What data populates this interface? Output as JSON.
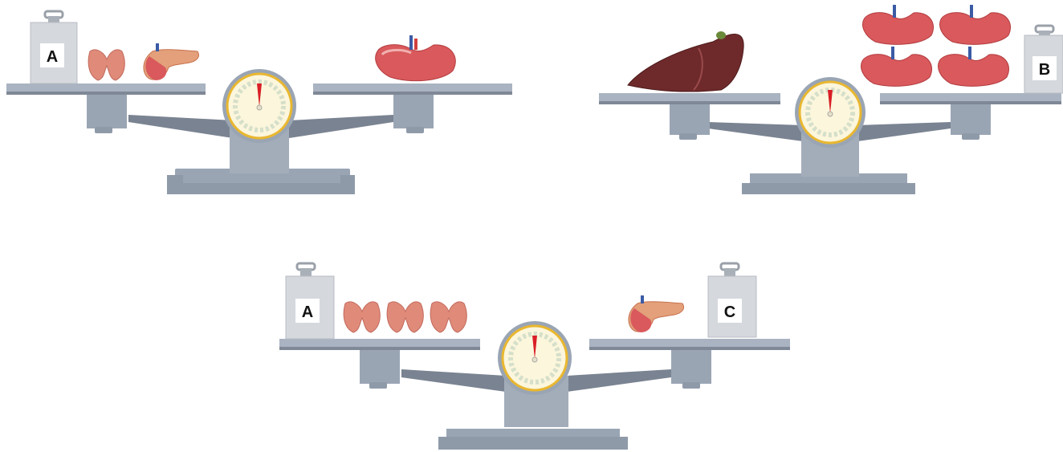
{
  "scales": [
    {
      "id": "scale-1",
      "left_pan": {
        "weights": [
          "A"
        ],
        "organs": [
          "thyroid",
          "pancreas"
        ]
      },
      "right_pan": {
        "weights": [],
        "organs": [
          "stomach"
        ]
      },
      "needle": "balanced"
    },
    {
      "id": "scale-2",
      "left_pan": {
        "weights": [],
        "organs": [
          "liver"
        ]
      },
      "right_pan": {
        "weights": [
          "B"
        ],
        "organs": [
          "stomach",
          "stomach",
          "stomach",
          "stomach"
        ]
      },
      "needle": "balanced"
    },
    {
      "id": "scale-3",
      "left_pan": {
        "weights": [
          "A"
        ],
        "organs": [
          "thyroid",
          "thyroid",
          "thyroid"
        ]
      },
      "right_pan": {
        "weights": [
          "C"
        ],
        "organs": [
          "pancreas"
        ]
      },
      "needle": "balanced"
    }
  ],
  "weight_labels": {
    "w1": "A",
    "w2": "B",
    "w3": "A",
    "w4": "C"
  },
  "colors": {
    "metal": "#8f9aa9",
    "metal_light": "#b3bdca",
    "metal_dark": "#6f7886",
    "pan": "#9aa5b4",
    "dial_face": "#fbf6dc",
    "dial_rim": "#e9b730",
    "needle": "#d91f26",
    "weight_body": "#d5d8dd",
    "organ_pink": "#e08a7a",
    "stomach_red": "#d9595c",
    "liver_brown": "#6e2a2b"
  }
}
